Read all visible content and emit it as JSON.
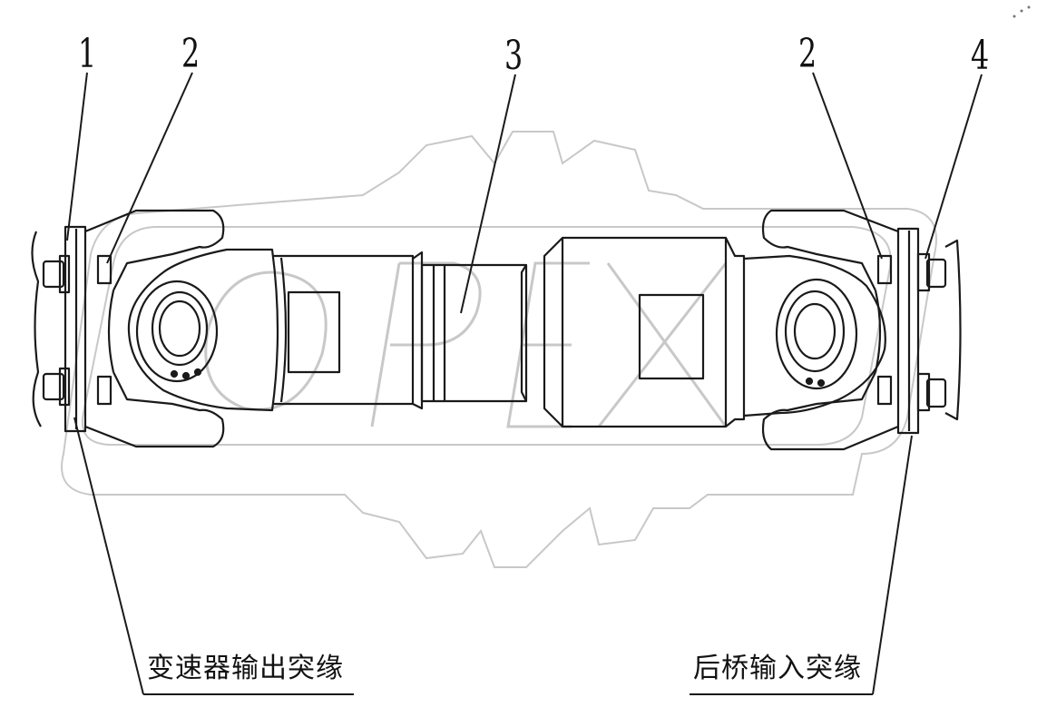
{
  "callouts": [
    "1",
    "2",
    "3",
    "2",
    "4"
  ],
  "captions": {
    "left": "变速器输出突缘",
    "right": "后桥输入突缘"
  },
  "watermark": {
    "text": "OPEX",
    "color": "#c8c8c8"
  },
  "colors": {
    "line": "#1a1a1a",
    "watermark": "#c8c8c8"
  }
}
